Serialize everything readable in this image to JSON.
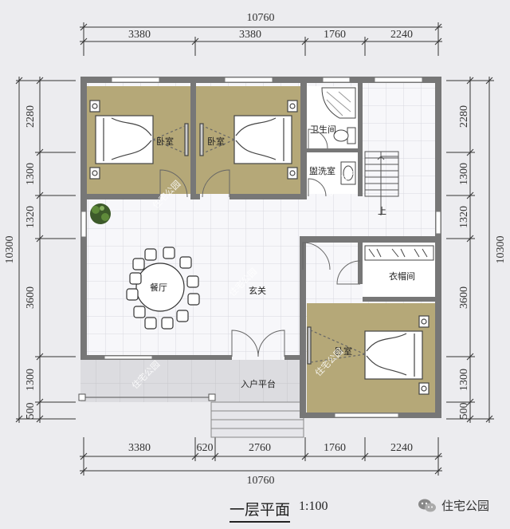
{
  "dimensions": {
    "top_total": "10760",
    "top": [
      "3380",
      "3380",
      "1760",
      "2240"
    ],
    "bottom": [
      "3380",
      "620",
      "2760",
      "1760",
      "2240"
    ],
    "bottom_total": "10760",
    "left": [
      "2280",
      "1300",
      "1320",
      "3600",
      "1300",
      "500"
    ],
    "left_total": "10300",
    "right": [
      "2280",
      "1300",
      "1320",
      "3600",
      "1300",
      "500"
    ],
    "right_total": "10300"
  },
  "rooms": {
    "bedroom_1": "卧室",
    "bedroom_2": "卧室",
    "bathroom": "卫生间",
    "washroom": "盥洗室",
    "stairs_up": "上",
    "dining": "餐厅",
    "entrance": "玄关",
    "closet": "衣帽间",
    "bedroom_3": "卧室",
    "porch": "入户平台"
  },
  "watermark": "住宅公园",
  "footer": {
    "title": "一层平面",
    "scale": "1:100",
    "brand": "住宅公园"
  },
  "colors": {
    "bedroom_floor": "#b5a878",
    "wall": "#777777",
    "tile": "#f4f4f7",
    "porch": "#d8d8dc"
  }
}
